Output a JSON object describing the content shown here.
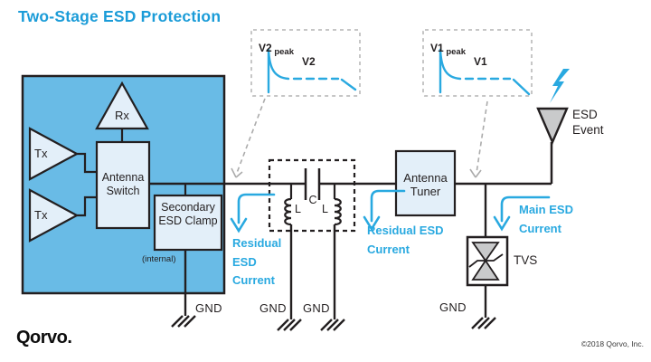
{
  "title": "Two-Stage ESD Protection",
  "rf_module": {
    "rx": "Rx",
    "tx_top": "Tx",
    "tx_bottom": "Tx",
    "antenna_switch": "Antenna Switch",
    "secondary_esd_clamp": "Secondary ESD Clamp",
    "internal_note": "(internal)"
  },
  "lc_network": {
    "capacitor": "C",
    "inductor_left": "L",
    "inductor_right": "L"
  },
  "antenna_tuner": "Antenna Tuner",
  "tvs_label": "TVS",
  "esd_event": "ESD Event",
  "currents": {
    "residual_left": "Residual ESD Current",
    "residual_right": "Residual ESD Current",
    "main": "Main ESD Current"
  },
  "grounds": {
    "clamp": "GND",
    "inductor_left": "GND",
    "inductor_right": "GND",
    "tvs": "GND"
  },
  "insets": {
    "v2": {
      "peak_main": "V2",
      "peak_sub": "peak",
      "tail": "V2"
    },
    "v1": {
      "peak_main": "V1",
      "peak_sub": "peak",
      "tail": "V1"
    }
  },
  "footer": {
    "logo": "Qorvo.",
    "copyright": "©2018 Qorvo, Inc."
  },
  "colors": {
    "title_blue": "#1B9CD8",
    "accent_cyan": "#29A9E0",
    "panel_blue": "#69BBE6",
    "block_fill": "#E3EFF9",
    "gray_fill": "#C9CACB",
    "line_black": "#231F20"
  }
}
